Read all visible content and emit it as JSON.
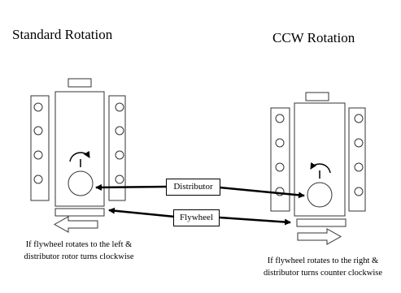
{
  "left": {
    "title": "Standard Rotation",
    "caption_line1": "If flywheel rotates to the left &",
    "caption_line2": "distributor rotor turns clockwise"
  },
  "right": {
    "title": "CCW Rotation",
    "caption_line1": "If flywheel rotates to the right &",
    "caption_line2": "distributor turns counter clockwise"
  },
  "labels": {
    "distributor": "Distributor",
    "flywheel": "Flywheel"
  }
}
